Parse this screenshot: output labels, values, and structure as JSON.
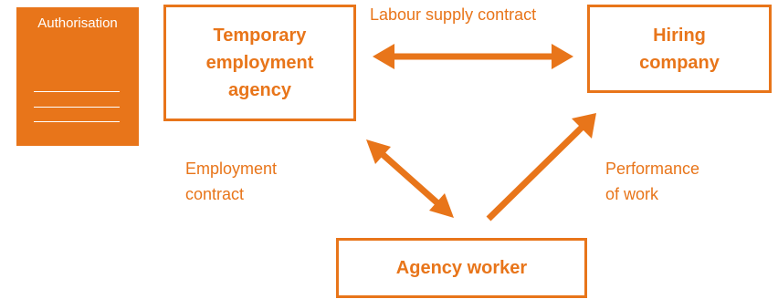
{
  "colors": {
    "accent": "#e8751a",
    "text_on_accent": "#ffffff"
  },
  "document": {
    "title": "Authorisation"
  },
  "nodes": {
    "agency": [
      "Temporary",
      "employment",
      "agency"
    ],
    "hiring": [
      "Hiring",
      "company"
    ],
    "worker": "Agency worker"
  },
  "relations": {
    "labour_supply": "Labour supply contract",
    "employment": [
      "Employment",
      "contract"
    ],
    "performance": [
      "Performance",
      "of work"
    ]
  }
}
